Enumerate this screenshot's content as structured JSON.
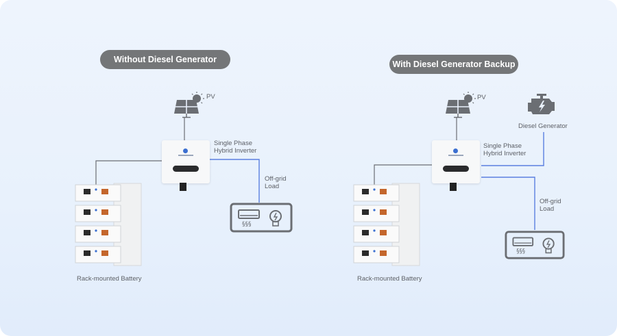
{
  "colors": {
    "pill": "#747678",
    "grid_line": "#5a7fe0",
    "battery_line": "#6b6e73"
  },
  "panels": [
    {
      "title": "Without Diesel Generator",
      "pv_label": "PV",
      "inverter_label": [
        "Single Phase",
        "Hybrid Inverter"
      ],
      "load_label": [
        "Off-grid",
        "Load"
      ],
      "battery_label": "Rack-mounted Battery"
    },
    {
      "title": "With Diesel Generator Backup",
      "pv_label": "PV",
      "inverter_label": [
        "Single Phase",
        "Hybrid Inverter"
      ],
      "generator_label": "Diesel Generator",
      "load_label": [
        "Off-grid",
        "Load"
      ],
      "battery_label": "Rack-mounted Battery"
    }
  ]
}
